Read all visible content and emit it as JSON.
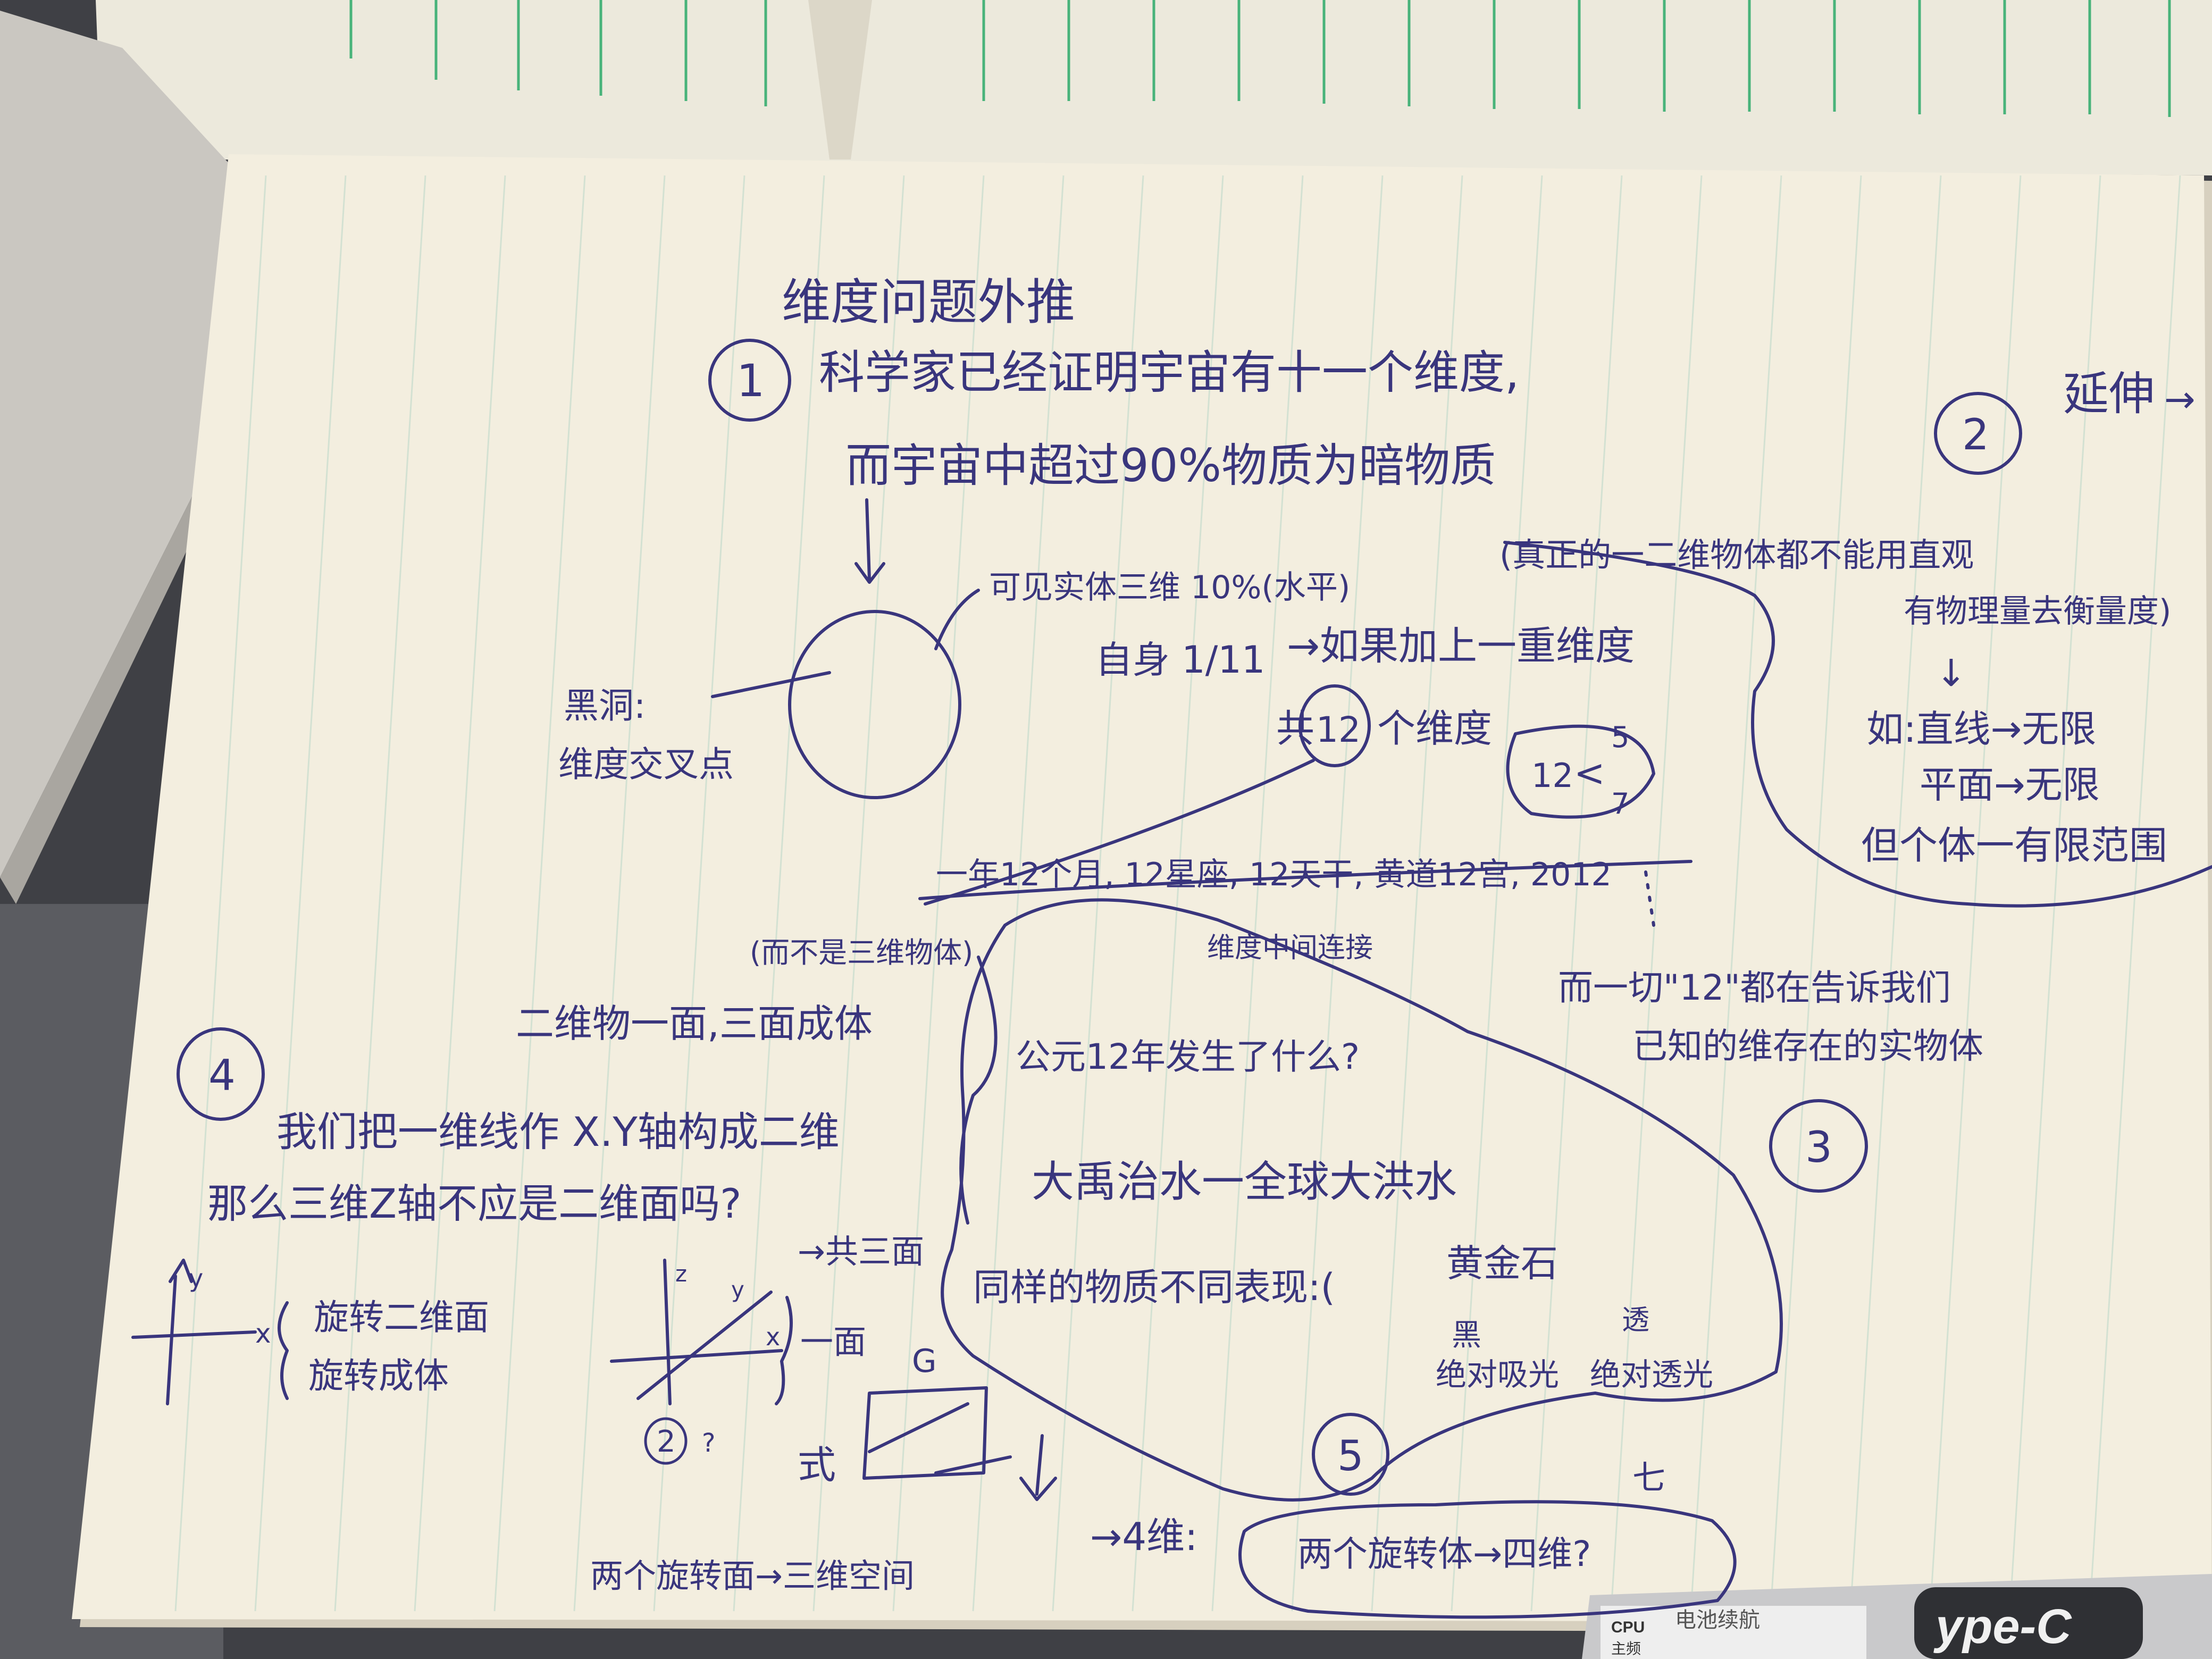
{
  "colors": {
    "background": "#3f4045",
    "paper": "#f3eedf",
    "paper_shadow": "#d7d0bf",
    "rule_line": "#b9d7c9",
    "green_rule": "#48b37a",
    "ink": "#39357d",
    "device": "#c9c9cb"
  },
  "note": {
    "title": "维度问题外推",
    "section1": {
      "number": "1",
      "line1": "科学家已经证明宇宙有十一个维度,",
      "line2": "而宇宙中超过90%物质为暗物质"
    },
    "circle_labels": {
      "visible": "可见实体三维 10%(水平)",
      "black_hole_1": "黑洞:",
      "black_hole_2": "维度交叉点"
    },
    "center": {
      "left": "自身 1/11",
      "arrow": "→如果加上一重维度",
      "total_prefix": "共",
      "total_number": "12",
      "total_suffix": "个维度",
      "split_base": "12",
      "split_top": "5",
      "split_bottom": "7"
    },
    "right_note": {
      "line1": "(真正的一二维物体都不能用直观",
      "line2": "有物理量去衡量度)",
      "arrow": "↓",
      "line3": "如:直线→无限",
      "line4": "平面→无限",
      "line5": "但个体一有限范围"
    },
    "section2": {
      "number": "2",
      "title": "延伸"
    },
    "twelve_line": "一年12个月, 12星座, 12天干, 黄道12宫, 2012",
    "twelve_sub": "维度中间连接",
    "section3": {
      "number": "3",
      "line1": "而一切\"12\"都在告诉我们",
      "line2": "已知的维存在的实物体"
    },
    "section4": {
      "number": "4",
      "paren": "(而不是三维物体)",
      "line1": "二维物一面,三面成体",
      "line2": "我们把一维线作 X.Y轴构成二维",
      "line3": "那么三维Z轴不应是二维面吗?",
      "rotate1": "旋转二维面",
      "rotate2": "旋转成体",
      "axis_x": "x",
      "axis_y": "y",
      "axis_z": "z",
      "three_faces": "→共三面",
      "one_face": "一面",
      "circled_2": "2",
      "shi": "式",
      "two_rotations": "两个旋转面→三维空间",
      "q": "?",
      "g": "G"
    },
    "bubble": {
      "q1": "公元12年发生了什么?",
      "q2": "大禹治水一全球大洪水",
      "q3": "同样的物质不同表现:(",
      "q3_b": "黄金石",
      "q4_a": "黑",
      "q4_b": "绝对吸光",
      "q4_c": "透",
      "q4_d": "绝对透光"
    },
    "section5": {
      "number": "5"
    },
    "bottom": {
      "four_d": "→4维:",
      "two_bodies": "两个旋转体→四维?",
      "seven": "七"
    }
  },
  "device": {
    "text1": "电池续航",
    "text2": "CPU",
    "text3": "主频",
    "logo": "ype-C"
  }
}
